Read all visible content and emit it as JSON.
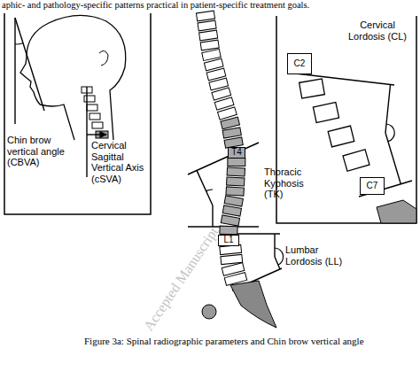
{
  "diagram": {
    "caption": "Figure 3a: Spinal radiographic parameters and Chin brow vertical angle",
    "nodes": [
      {
        "text": [
          "C2"
        ]
      },
      {
        "text": [
          "T4"
        ]
      },
      {
        "text": [
          "C7"
        ]
      },
      {
        "text": [
          "L1"
        ]
      }
    ],
    "labels": [
      "aphic- and pathology-specific patterns practical in patient-specific treatment goals.",
      "Chin brow vertical angle (CBVA)",
      "Cervical Sagittal Vertical Axis (cSVA)",
      "Thoracic Kyphosis (TK)",
      "Lumbar Lordosis (LL)",
      "Cervical Lordosis (CL)",
      "Accepted Manuscript"
    ]
  }
}
